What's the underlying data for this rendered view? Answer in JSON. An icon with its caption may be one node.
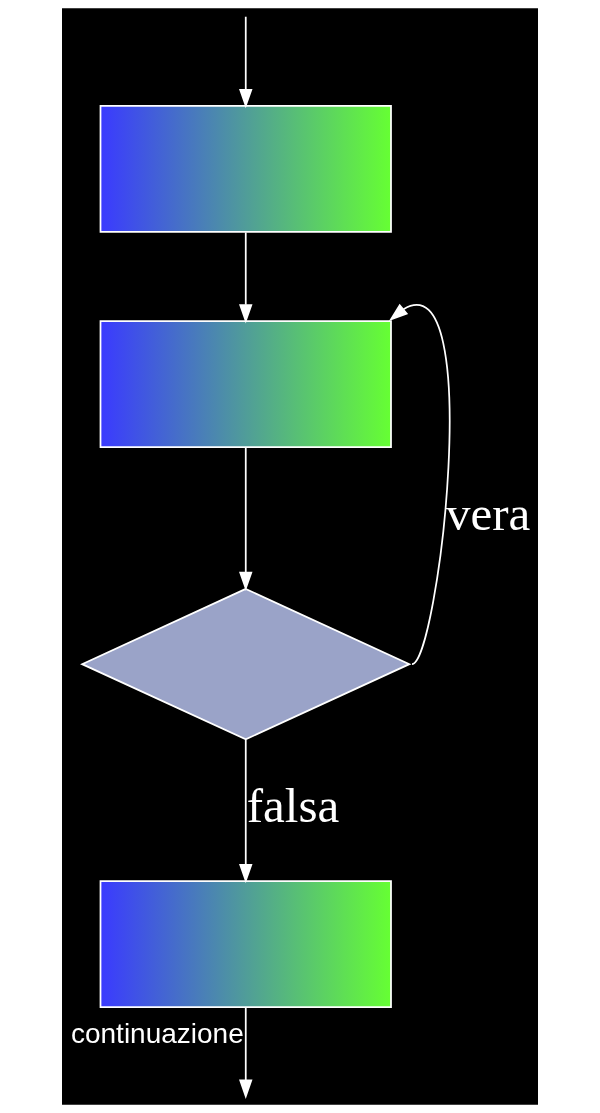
{
  "diagram": {
    "nodes": [
      {
        "text": [],
        "shape": "box"
      },
      {
        "text": [],
        "shape": "box"
      },
      {
        "text": [],
        "shape": "diamond"
      },
      {
        "text": [],
        "shape": "box"
      }
    ],
    "edges": [
      {
        "from": null,
        "to": 0,
        "arrow": "to"
      },
      {
        "from": 0,
        "to": 1,
        "arrow": "to"
      },
      {
        "from": 1,
        "to": 2,
        "arrow": "to"
      },
      {
        "from": 2,
        "to": 1,
        "label": "vera",
        "arrow": "to"
      },
      {
        "from": 2,
        "to": 3,
        "label": "falsa",
        "arrow": "to"
      },
      {
        "from": 3,
        "to": null,
        "label": "continuazione",
        "arrow": "to"
      }
    ]
  }
}
